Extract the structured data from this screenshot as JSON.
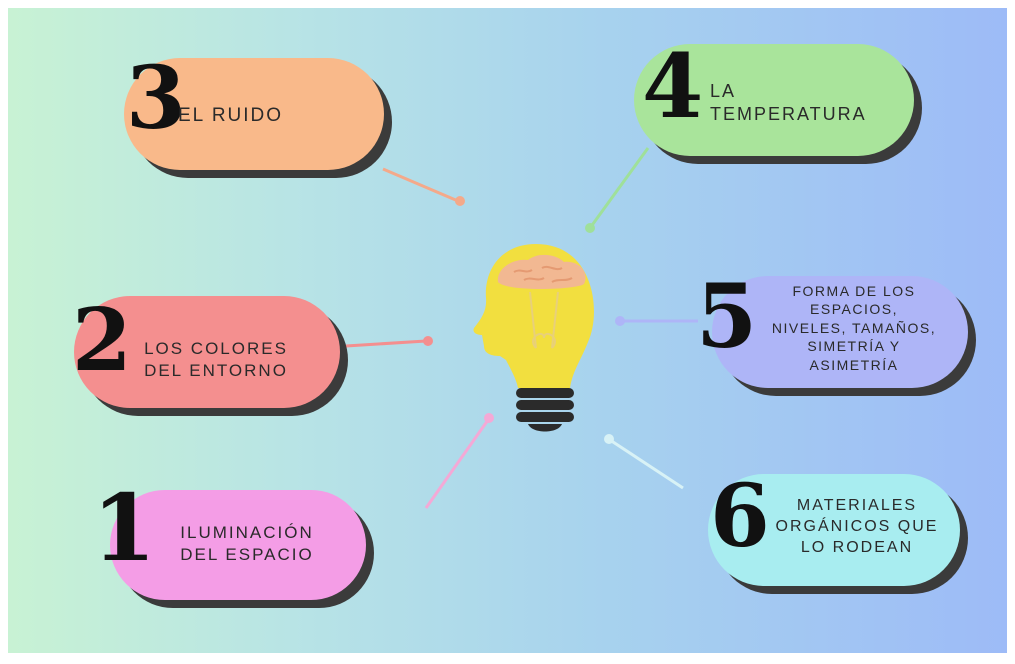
{
  "colors": {
    "pill_1": "#f49de6",
    "pill_2": "#f48f8f",
    "pill_3": "#f9b98a",
    "pill_4": "#a9e49b",
    "pill_5": "#aeb5f7",
    "pill_6": "#a8edf0",
    "bulb": "#f2df3f",
    "brain": "#f2b892",
    "base": "#2b2b2b"
  },
  "items": [
    {
      "number": "1",
      "lines": [
        "ILUMINACIÓN",
        "DEL ESPACIO"
      ]
    },
    {
      "number": "2",
      "lines": [
        "LOS COLORES",
        "DEL ENTORNO"
      ]
    },
    {
      "number": "3",
      "lines": [
        "EL RUIDO"
      ]
    },
    {
      "number": "4",
      "lines": [
        "LA",
        "TEMPERATURA"
      ]
    },
    {
      "number": "5",
      "lines": [
        "FORMA DE LOS",
        "ESPACIOS,",
        "NIVELES, TAMAÑOS,",
        "SIMETRÍA Y",
        "ASIMETRÍA"
      ]
    },
    {
      "number": "6",
      "lines": [
        "MATERIALES",
        "ORGÁNICOS QUE",
        "LO RODEAN"
      ]
    }
  ],
  "icons": {
    "center": "head-lightbulb-icon"
  }
}
